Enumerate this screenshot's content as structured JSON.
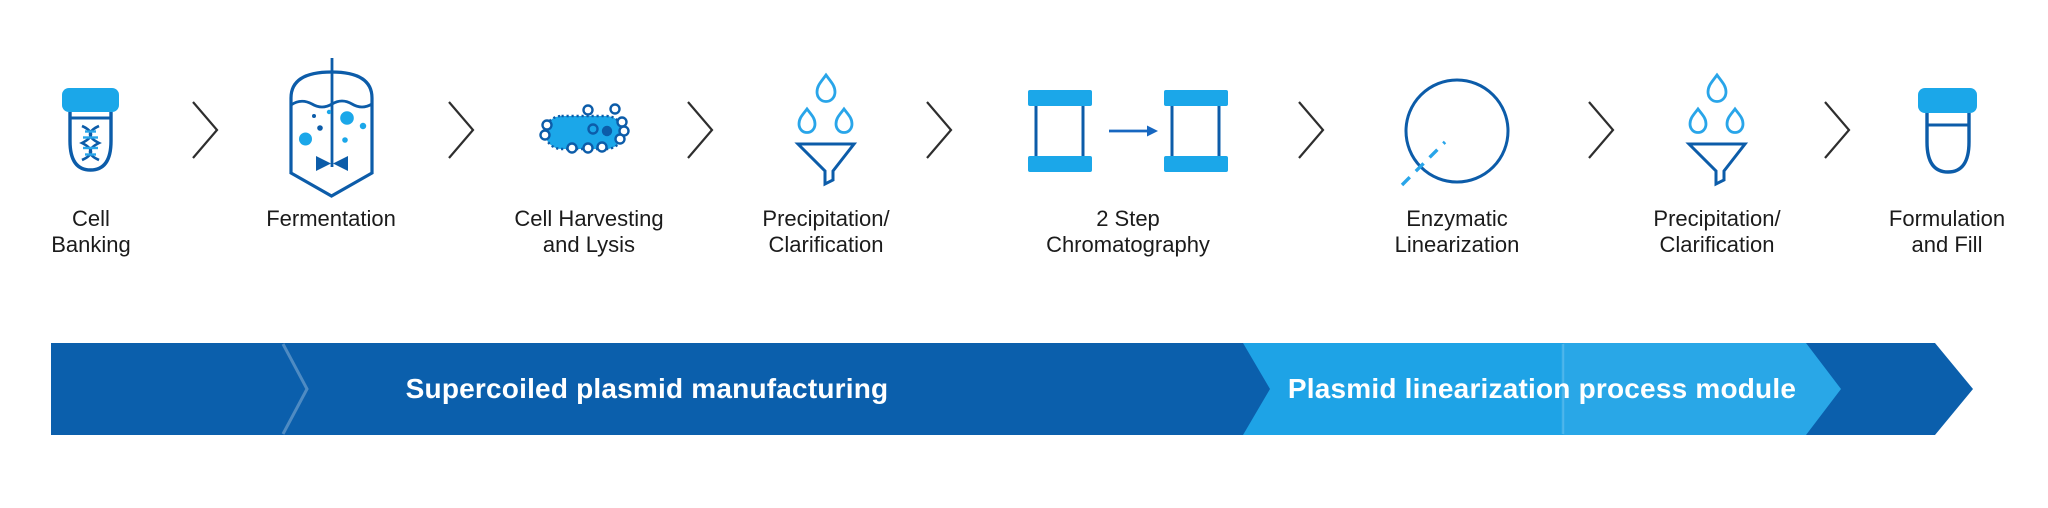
{
  "colors": {
    "icon_outline": "#0C5CA9",
    "icon_fill": "#1BA7E9",
    "droplet_stroke": "#29A5E9",
    "arrow_accent": "#1767C0",
    "chevron": "#2E2E2E",
    "label_text": "#1B1B1B",
    "band_dark": "#0B5FAC",
    "band_light": "#1EA3E6",
    "banner_text": "#FFFFFF"
  },
  "steps": [
    {
      "icon": "tube-dna-icon",
      "line1": "Cell",
      "line2": "Banking"
    },
    {
      "icon": "bioreactor-icon",
      "line1": "Fermentation",
      "line2": ""
    },
    {
      "icon": "bacterium-cell-icon",
      "line1": "Cell Harvesting",
      "line2": "and Lysis"
    },
    {
      "icon": "funnel-droplets-icon",
      "line1": "Precipitation/",
      "line2": "Clarification"
    },
    {
      "icon": "chromatography-columns-icon",
      "line1": "2 Step",
      "line2": "Chromatography"
    },
    {
      "icon": "plasmid-circle-cut-icon",
      "line1": "Enzymatic",
      "line2": "Linearization"
    },
    {
      "icon": "funnel-droplets-icon",
      "line1": "Precipitation/",
      "line2": "Clarification"
    },
    {
      "icon": "tube-fill-icon",
      "line1": "Formulation",
      "line2": "and Fill"
    }
  ],
  "banners": {
    "supercoiled_label": "Supercoiled plasmid manufacturing",
    "linearization_label": "Plasmid linearization process module"
  }
}
